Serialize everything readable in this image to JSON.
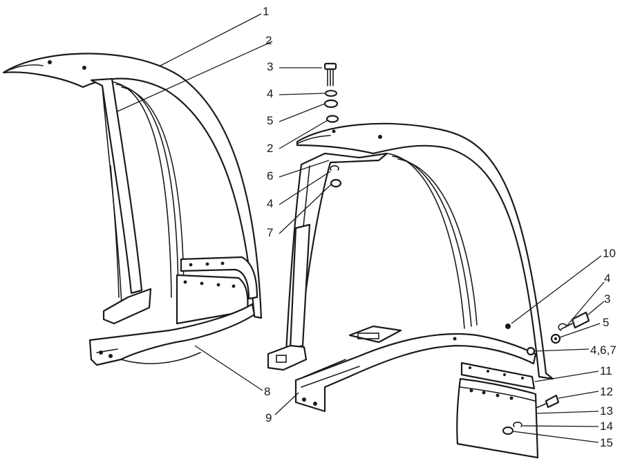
{
  "callouts": [
    {
      "id": "c1",
      "text": "1"
    },
    {
      "id": "c2a",
      "text": "2"
    },
    {
      "id": "c3a",
      "text": "3"
    },
    {
      "id": "c4a",
      "text": "4"
    },
    {
      "id": "c5a",
      "text": "5"
    },
    {
      "id": "c2b",
      "text": "2"
    },
    {
      "id": "c6",
      "text": "6"
    },
    {
      "id": "c4b",
      "text": "4"
    },
    {
      "id": "c7",
      "text": "7"
    },
    {
      "id": "c10",
      "text": "10"
    },
    {
      "id": "c4c",
      "text": "4"
    },
    {
      "id": "c3b",
      "text": "3"
    },
    {
      "id": "c5b",
      "text": "5"
    },
    {
      "id": "c467",
      "text": "4,6,7"
    },
    {
      "id": "c11",
      "text": "11"
    },
    {
      "id": "c12",
      "text": "12"
    },
    {
      "id": "c13",
      "text": "13"
    },
    {
      "id": "c14",
      "text": "14"
    },
    {
      "id": "c15",
      "text": "15"
    },
    {
      "id": "c8",
      "text": "8"
    },
    {
      "id": "c9",
      "text": "9"
    }
  ]
}
